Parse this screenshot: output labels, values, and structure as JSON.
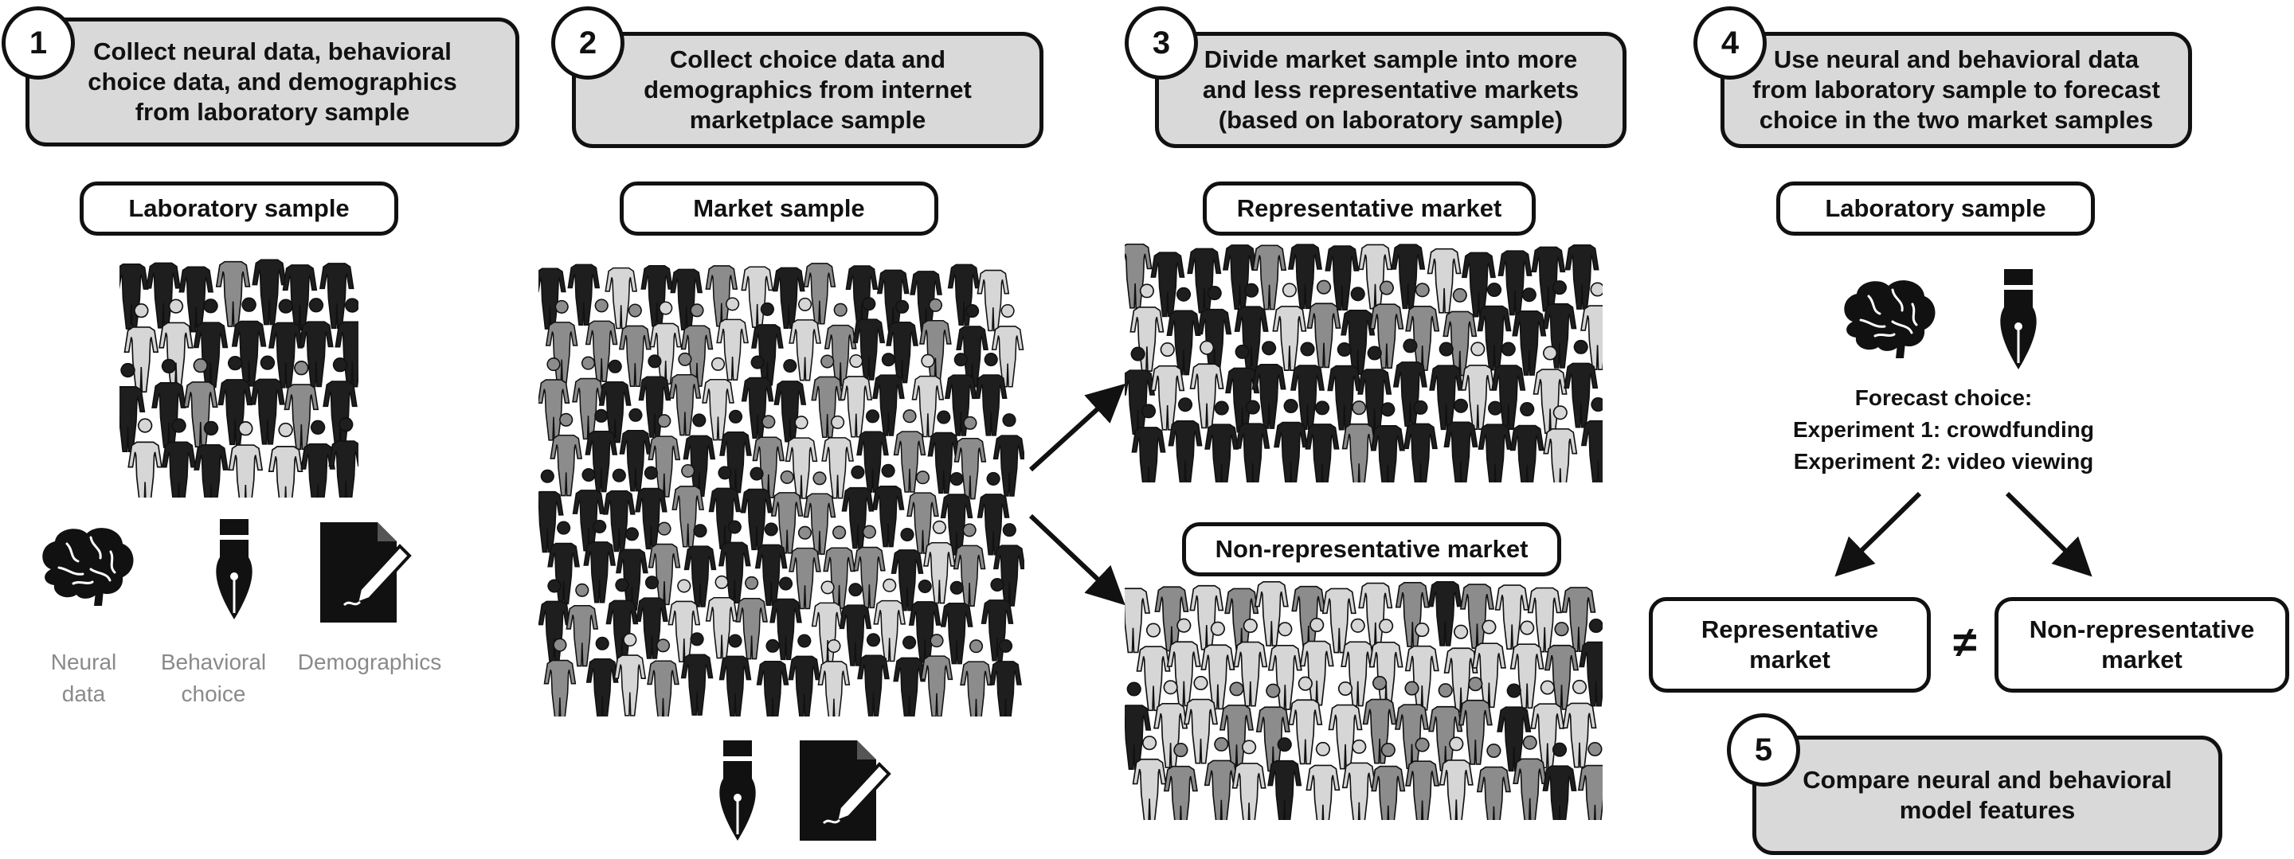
{
  "steps": [
    {
      "number": "1",
      "text": "Collect neural data, behavioral\nchoice data, and demographics\nfrom laboratory sample"
    },
    {
      "number": "2",
      "text": "Collect choice data and\ndemographics from internet\nmarketplace sample"
    },
    {
      "number": "3",
      "text": "Divide market sample into more\nand less representative markets\n(based on laboratory sample)"
    },
    {
      "number": "4",
      "text": "Use neural and behavioral data\nfrom laboratory sample to forecast\nchoice in the two market samples"
    },
    {
      "number": "5",
      "text": "Compare neural and behavioral\nmodel features"
    }
  ],
  "labels": {
    "lab_sample_1": "Laboratory sample",
    "market_sample": "Market sample",
    "representative_market": "Representative market",
    "non_representative_market": "Non-representative market",
    "lab_sample_4": "Laboratory sample",
    "representative_market_box": "Representative\nmarket",
    "non_representative_market_box": "Non-representative\nmarket",
    "not_equal": "≠"
  },
  "icon_captions": {
    "neural": "Neural\ndata",
    "behavioral": "Behavioral\nchoice",
    "demographics": "Demographics"
  },
  "forecast": {
    "title": "Forecast choice:",
    "exp1": "Experiment 1: crowdfunding",
    "exp2": "Experiment 2: video viewing"
  },
  "icons": [
    "brain-icon",
    "fountain-pen-icon",
    "document-pen-icon"
  ],
  "colors": {
    "step_fill": "#d9d9d9",
    "outline": "#111111",
    "caption_gray": "#8a8a8a",
    "person_dark": "#1e1e1e",
    "person_mid": "#8c8c8c",
    "person_light": "#d6d6d6"
  }
}
